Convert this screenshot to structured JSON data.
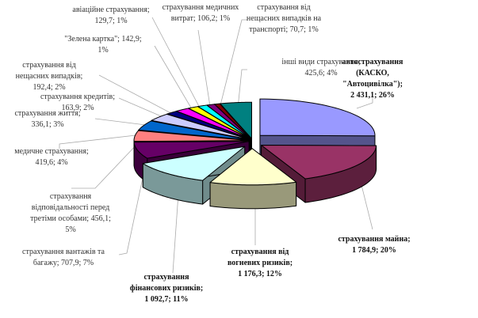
{
  "chart_data": {
    "type": "pie",
    "style": "3d-exploded",
    "title": "",
    "slices": [
      {
        "name": "автострахування (КАСКО, \"Автоцивілка\")",
        "lines": [
          "автострахування",
          "(КАСКО,",
          "\"Автоцивілка\");",
          "2 431,1; 26%"
        ],
        "value": 2431.1,
        "percent": 26,
        "color": "#9999ff",
        "bold": true
      },
      {
        "name": "страхування майна",
        "lines": [
          "страхування майна;",
          "1 784,9; 20%"
        ],
        "value": 1784.9,
        "percent": 20,
        "color": "#993366",
        "bold": true
      },
      {
        "name": "страхування від вогневих ризиків",
        "lines": [
          "страхування від",
          "вогневих ризиків;",
          "1 176,3; 12%"
        ],
        "value": 1176.3,
        "percent": 12,
        "color": "#ffffcc",
        "bold": true
      },
      {
        "name": "страхування фінансових ризиків",
        "lines": [
          "страхування",
          "фінансових ризиків;",
          "1 092,7; 11%"
        ],
        "value": 1092.7,
        "percent": 11,
        "color": "#ccffff",
        "bold": true
      },
      {
        "name": "страхування вантажів та багажу",
        "lines": [
          "страхування вантажів та",
          "багажу; 707,9; 7%"
        ],
        "value": 707.9,
        "percent": 7,
        "color": "#660066",
        "bold": false
      },
      {
        "name": "страхування відповідальності перед третіми особами",
        "lines": [
          "страхування",
          "відповідальності перед",
          "третіми особами; 456,1;",
          "5%"
        ],
        "value": 456.1,
        "percent": 5,
        "color": "#ff8080",
        "bold": false
      },
      {
        "name": "медичне страхування",
        "lines": [
          "медичне страхування;",
          "419,6; 4%"
        ],
        "value": 419.6,
        "percent": 4,
        "color": "#0066cc",
        "bold": false
      },
      {
        "name": "страхування життя",
        "lines": [
          "страхування життя;",
          "336,1; 3%"
        ],
        "value": 336.1,
        "percent": 3,
        "color": "#ccccff",
        "bold": false
      },
      {
        "name": "страхування кредитів",
        "lines": [
          "страхування кредитів;",
          "163,9; 2%"
        ],
        "value": 163.9,
        "percent": 2,
        "color": "#000080",
        "bold": false
      },
      {
        "name": "страхування від нещасних випадків",
        "lines": [
          "страхування від",
          "нещасних випадків;",
          "192,4; 2%"
        ],
        "value": 192.4,
        "percent": 2,
        "color": "#ff00ff",
        "bold": false
      },
      {
        "name": "\"Зелена картка\"",
        "lines": [
          "\"Зелена картка\"; 142,9;",
          "1%"
        ],
        "value": 142.9,
        "percent": 1,
        "color": "#ffff00",
        "bold": false
      },
      {
        "name": "авіаційне страхування",
        "lines": [
          "авіаційне страхування;",
          "129,7; 1%"
        ],
        "value": 129.7,
        "percent": 1,
        "color": "#00ffff",
        "bold": false
      },
      {
        "name": "страхування медичних витрат",
        "lines": [
          "страхування медичних",
          "витрат; 106,2; 1%"
        ],
        "value": 106.2,
        "percent": 1,
        "color": "#800080",
        "bold": false
      },
      {
        "name": "страхування від нещасних випадків на транспорті",
        "lines": [
          "страхування від",
          "нещасних випадків на",
          "транспорті; 70,7; 1%"
        ],
        "value": 70.7,
        "percent": 1,
        "color": "#800000",
        "bold": false
      },
      {
        "name": "інші види страхування",
        "lines": [
          "інші види страхування;",
          "425,6; 4%"
        ],
        "value": 425.6,
        "percent": 4,
        "color": "#008080",
        "bold": false
      }
    ]
  }
}
